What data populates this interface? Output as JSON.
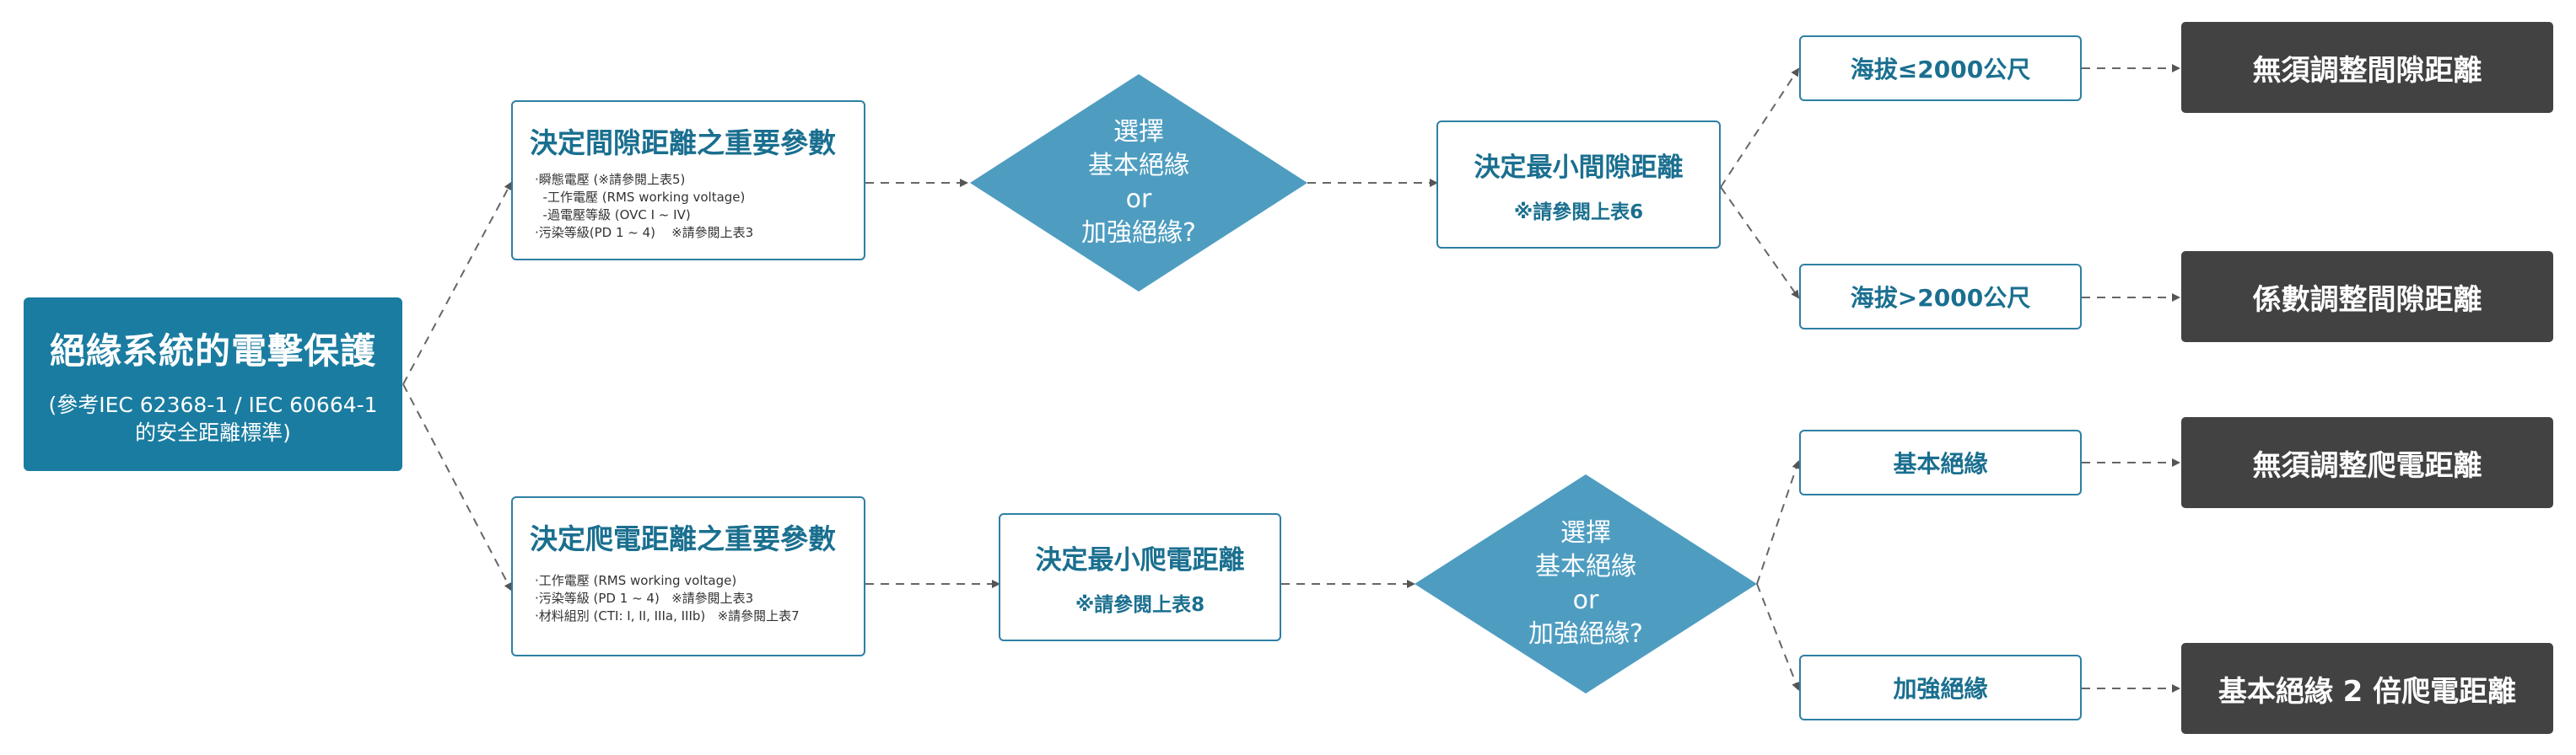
{
  "root": {
    "title": "絕緣系統的電擊保護",
    "subtitle": "(參考IEC 62368-1 / IEC 60664-1 的安全距離標準)"
  },
  "clearance_params": {
    "title": "決定間隙距離之重要參數",
    "items": [
      "‧瞬態電壓 (※請參閱上表5)",
      "  -工作電壓 (RMS working voltage)",
      "  -過電壓等級 (OVC I ~ IV)",
      "‧污染等級(PD 1 ~ 4)    ※請參閱上表3"
    ]
  },
  "creepage_params": {
    "title": "決定爬電距離之重要參數",
    "items": [
      "‧工作電壓 (RMS working voltage)",
      "‧污染等級 (PD 1 ~ 4)   ※請參閱上表3",
      "‧材料組別 (CTI: I, II, IIIa, IIIb)   ※請參閱上表7"
    ]
  },
  "decision_top": {
    "line1": "選擇",
    "line2": "基本絕緣",
    "line3": "or",
    "line4": "加強絕緣?"
  },
  "decision_bottom": {
    "line1": "選擇",
    "line2": "基本絕緣",
    "line3": "or",
    "line4": "加強絕緣?"
  },
  "min_clearance": {
    "title": "決定最小間隙距離",
    "note": "※請參閱上表6"
  },
  "min_creepage": {
    "title": "決定最小爬電距離",
    "note": "※請參閱上表8"
  },
  "alt_low": "海拔≤2000公尺",
  "alt_high": "海拔>2000公尺",
  "basic_ins": "基本絕緣",
  "reinforced_ins": "加強絕緣",
  "out1": "無須調整間隙距離",
  "out2": "係數調整間隙距離",
  "out3": "無須調整爬電距離",
  "out4": "基本絕緣 2 倍爬電距離",
  "colors": {
    "primary": "#1a7ca0",
    "diamond": "#4e9dc1",
    "dark": "#424242",
    "border": "#2e7fa3"
  }
}
